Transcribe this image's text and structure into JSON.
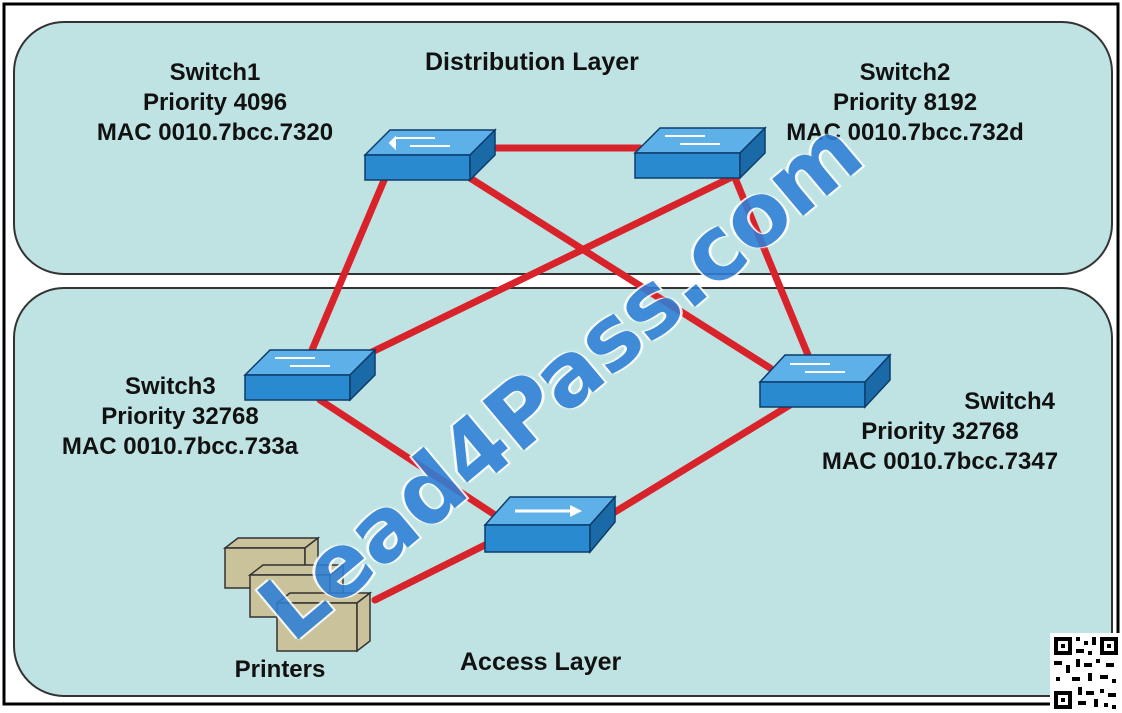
{
  "layers": {
    "distribution": {
      "title": "Distribution Layer"
    },
    "access": {
      "title": "Access Layer"
    }
  },
  "switches": {
    "switch1": {
      "name": "Switch1",
      "priority": "Priority 4096",
      "mac": "MAC 0010.7bcc.7320"
    },
    "switch2": {
      "name": "Switch2",
      "priority": "Priority 8192",
      "mac": "MAC 0010.7bcc.732d"
    },
    "switch3": {
      "name": "Switch3",
      "priority": "Priority 32768",
      "mac": "MAC 0010.7bcc.733a"
    },
    "switch4": {
      "name": "Switch4",
      "priority": "Priority 32768",
      "mac": "MAC 0010.7bcc.7347"
    }
  },
  "printers": {
    "label": "Printers"
  },
  "watermark": {
    "text": "Lead4Pass.com"
  },
  "colors": {
    "layer_fill": "#bfe3e3",
    "link": "#d8232a",
    "switch_top": "#5eb1e8",
    "switch_front": "#2a8ad0",
    "watermark": "#2f7fd6"
  }
}
